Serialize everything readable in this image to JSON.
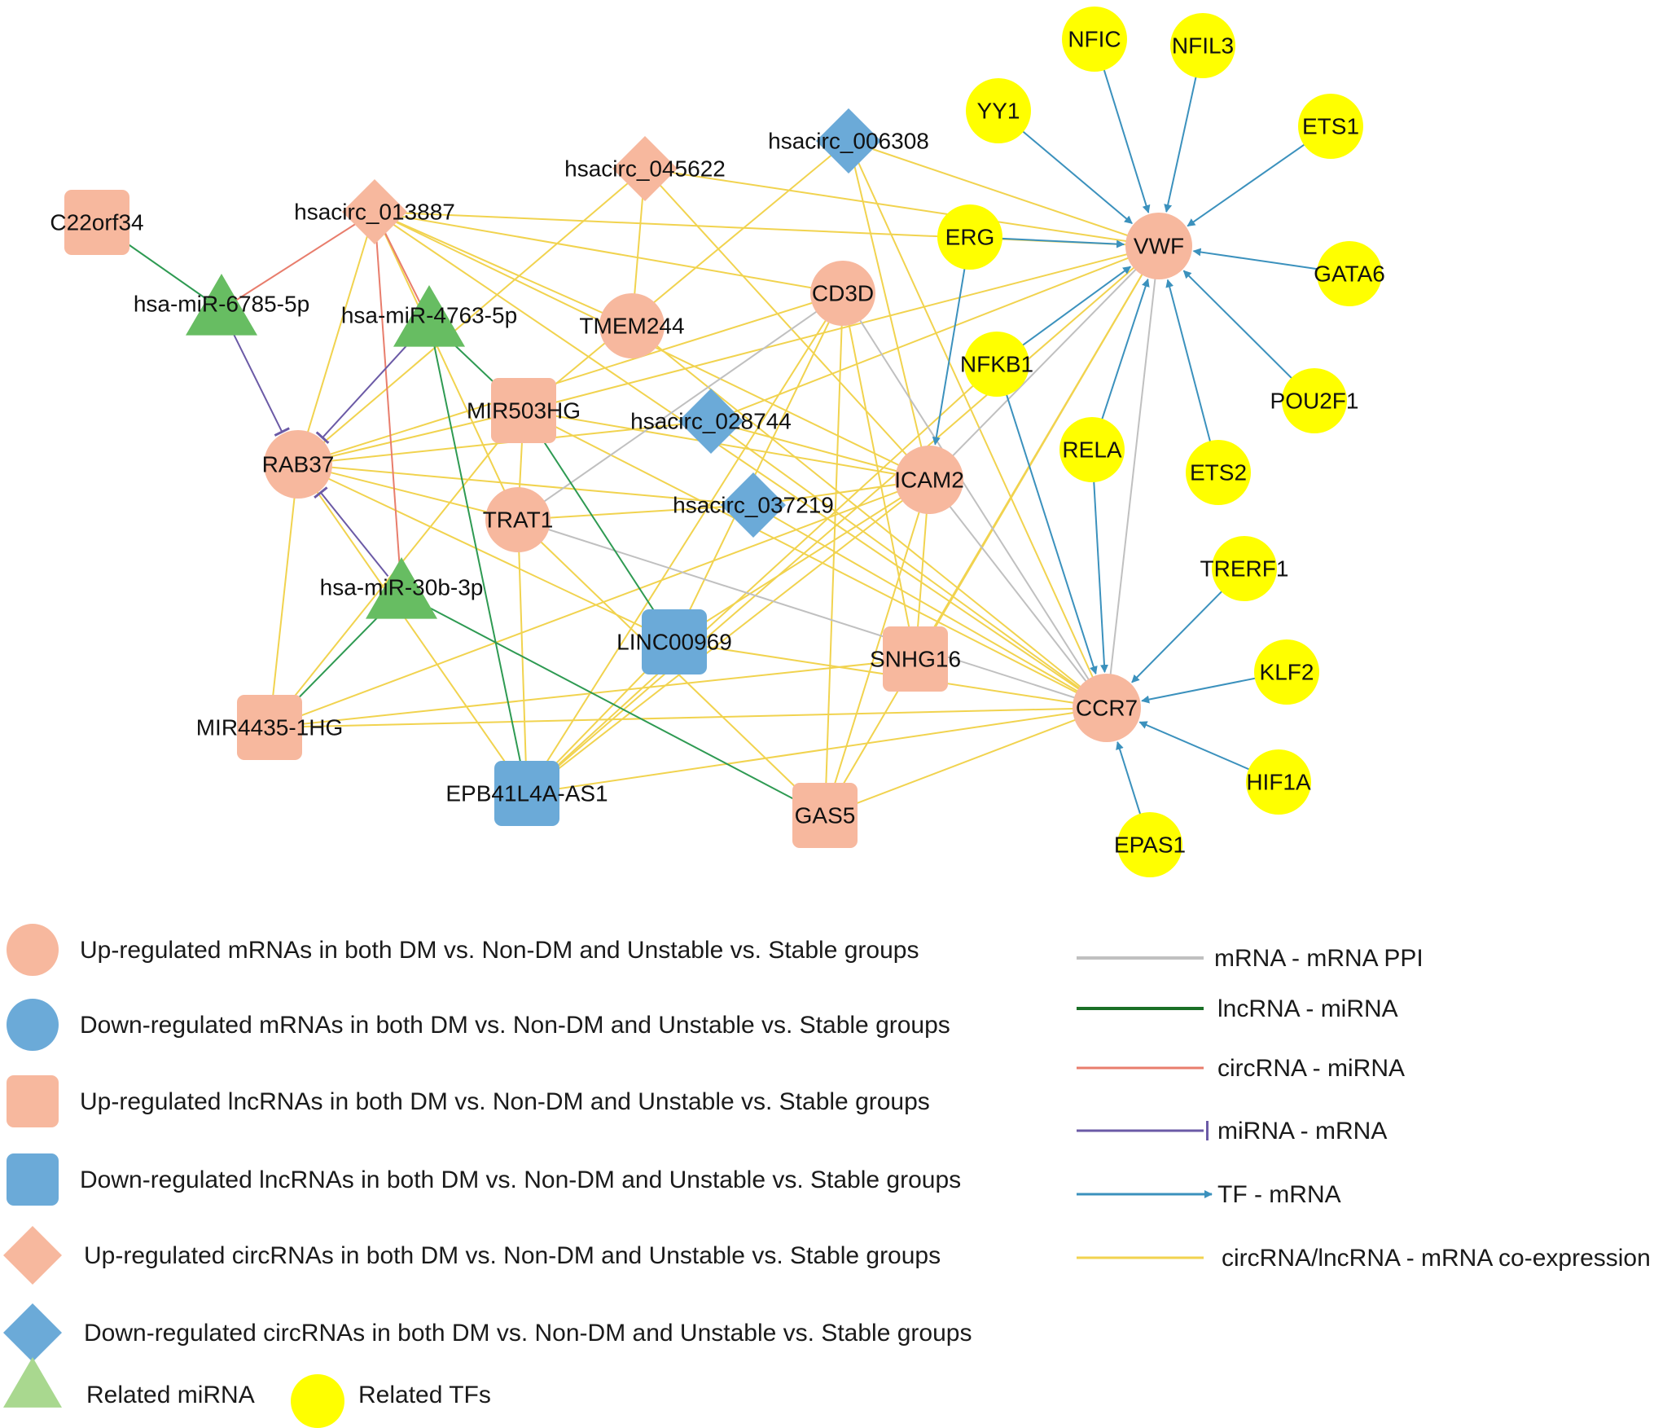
{
  "colors": {
    "up": "#f7b89e",
    "down": "#6baad8",
    "mirna": "#67bd62",
    "mirna_legend": "#a9d88f",
    "tf": "#ffff00",
    "ppi": "#c0c0c0",
    "lnc_mirna": "#2e9a52",
    "lnc_mirna_legend": "#1a6f26",
    "circ_mirna": "#e87d6c",
    "mirna_mrna": "#6b5aa6",
    "tf_mrna": "#3b91bd",
    "coexp": "#f1d34f"
  },
  "nodes": [
    {
      "id": "C22orf34",
      "label": "C22orf34",
      "shape": "square",
      "color": "up"
    },
    {
      "id": "hsacirc_013887",
      "label": "hsacirc_013887",
      "shape": "diamond",
      "color": "up"
    },
    {
      "id": "hsacirc_045622",
      "label": "hsacirc_045622",
      "shape": "diamond",
      "color": "up"
    },
    {
      "id": "hsacirc_006308",
      "label": "hsacirc_006308",
      "shape": "diamond",
      "color": "down"
    },
    {
      "id": "hsa-miR-6785-5p",
      "label": "hsa-miR-6785-5p",
      "shape": "triangle",
      "color": "mirna"
    },
    {
      "id": "hsa-miR-4763-5p",
      "label": "hsa-miR-4763-5p",
      "shape": "triangle",
      "color": "mirna"
    },
    {
      "id": "hsa-miR-30b-3p",
      "label": "hsa-miR-30b-3p",
      "shape": "triangle",
      "color": "mirna"
    },
    {
      "id": "TMEM244",
      "label": "TMEM244",
      "shape": "circle",
      "color": "up"
    },
    {
      "id": "CD3D",
      "label": "CD3D",
      "shape": "circle",
      "color": "up"
    },
    {
      "id": "RAB37",
      "label": "RAB37",
      "shape": "circle",
      "color": "up"
    },
    {
      "id": "MIR503HG",
      "label": "MIR503HG",
      "shape": "square",
      "color": "up"
    },
    {
      "id": "hsacirc_028744",
      "label": "hsacirc_028744",
      "shape": "diamond",
      "color": "down"
    },
    {
      "id": "hsacirc_037219",
      "label": "hsacirc_037219",
      "shape": "diamond",
      "color": "down"
    },
    {
      "id": "TRAT1",
      "label": "TRAT1",
      "shape": "circle",
      "color": "up"
    },
    {
      "id": "ICAM2",
      "label": "ICAM2",
      "shape": "circle",
      "color": "up"
    },
    {
      "id": "LINC00969",
      "label": "LINC00969",
      "shape": "square",
      "color": "down"
    },
    {
      "id": "SNHG16",
      "label": "SNHG16",
      "shape": "square",
      "color": "up"
    },
    {
      "id": "MIR4435-1HG",
      "label": "MIR4435-1HG",
      "shape": "square",
      "color": "up"
    },
    {
      "id": "EPB41L4A-AS1",
      "label": "EPB41L4A-AS1",
      "shape": "square",
      "color": "down"
    },
    {
      "id": "GAS5",
      "label": "GAS5",
      "shape": "square",
      "color": "up"
    },
    {
      "id": "VWF",
      "label": "VWF",
      "shape": "circle",
      "color": "up"
    },
    {
      "id": "CCR7",
      "label": "CCR7",
      "shape": "circle",
      "color": "up"
    },
    {
      "id": "NFIC",
      "label": "NFIC",
      "shape": "circle",
      "color": "tf"
    },
    {
      "id": "NFIL3",
      "label": "NFIL3",
      "shape": "circle",
      "color": "tf"
    },
    {
      "id": "YY1",
      "label": "YY1",
      "shape": "circle",
      "color": "tf"
    },
    {
      "id": "ETS1",
      "label": "ETS1",
      "shape": "circle",
      "color": "tf"
    },
    {
      "id": "ERG",
      "label": "ERG",
      "shape": "circle",
      "color": "tf"
    },
    {
      "id": "GATA6",
      "label": "GATA6",
      "shape": "circle",
      "color": "tf"
    },
    {
      "id": "NFKB1",
      "label": "NFKB1",
      "shape": "circle",
      "color": "tf"
    },
    {
      "id": "POU2F1",
      "label": "POU2F1",
      "shape": "circle",
      "color": "tf"
    },
    {
      "id": "RELA",
      "label": "RELA",
      "shape": "circle",
      "color": "tf"
    },
    {
      "id": "ETS2",
      "label": "ETS2",
      "shape": "circle",
      "color": "tf"
    },
    {
      "id": "TRERF1",
      "label": "TRERF1",
      "shape": "circle",
      "color": "tf"
    },
    {
      "id": "KLF2",
      "label": "KLF2",
      "shape": "circle",
      "color": "tf"
    },
    {
      "id": "HIF1A",
      "label": "HIF1A",
      "shape": "circle",
      "color": "tf"
    },
    {
      "id": "EPAS1",
      "label": "EPAS1",
      "shape": "circle",
      "color": "tf"
    }
  ],
  "edges": [
    {
      "from": "hsacirc_013887",
      "to": "RAB37",
      "type": "coexp"
    },
    {
      "from": "hsacirc_013887",
      "to": "TRAT1",
      "type": "coexp"
    },
    {
      "from": "hsacirc_013887",
      "to": "CD3D",
      "type": "coexp"
    },
    {
      "from": "hsacirc_013887",
      "to": "ICAM2",
      "type": "coexp"
    },
    {
      "from": "hsacirc_013887",
      "to": "VWF",
      "type": "coexp"
    },
    {
      "from": "hsacirc_013887",
      "to": "CCR7",
      "type": "coexp"
    },
    {
      "from": "hsacirc_013887",
      "to": "TMEM244",
      "type": "coexp"
    },
    {
      "from": "hsacirc_045622",
      "to": "TMEM244",
      "type": "coexp"
    },
    {
      "from": "hsacirc_045622",
      "to": "VWF",
      "type": "coexp"
    },
    {
      "from": "hsacirc_045622",
      "to": "ICAM2",
      "type": "coexp"
    },
    {
      "from": "hsacirc_045622",
      "to": "RAB37",
      "type": "coexp"
    },
    {
      "from": "hsacirc_006308",
      "to": "VWF",
      "type": "coexp"
    },
    {
      "from": "hsacirc_006308",
      "to": "CCR7",
      "type": "coexp"
    },
    {
      "from": "hsacirc_006308",
      "to": "MIR503HG",
      "type": "coexp"
    },
    {
      "from": "hsacirc_006308",
      "to": "ICAM2",
      "type": "coexp"
    },
    {
      "from": "MIR503HG",
      "to": "VWF",
      "type": "coexp"
    },
    {
      "from": "MIR503HG",
      "to": "ICAM2",
      "type": "coexp"
    },
    {
      "from": "MIR503HG",
      "to": "CCR7",
      "type": "coexp"
    },
    {
      "from": "MIR503HG",
      "to": "RAB37",
      "type": "coexp"
    },
    {
      "from": "MIR503HG",
      "to": "MIR4435-1HG",
      "type": "coexp"
    },
    {
      "from": "TMEM244",
      "to": "CCR7",
      "type": "coexp"
    },
    {
      "from": "hsacirc_028744",
      "to": "RAB37",
      "type": "coexp"
    },
    {
      "from": "hsacirc_028744",
      "to": "ICAM2",
      "type": "coexp"
    },
    {
      "from": "hsacirc_028744",
      "to": "CCR7",
      "type": "coexp"
    },
    {
      "from": "hsacirc_028744",
      "to": "VWF",
      "type": "coexp"
    },
    {
      "from": "hsacirc_037219",
      "to": "RAB37",
      "type": "coexp"
    },
    {
      "from": "hsacirc_037219",
      "to": "ICAM2",
      "type": "coexp"
    },
    {
      "from": "hsacirc_037219",
      "to": "CCR7",
      "type": "coexp"
    },
    {
      "from": "hsacirc_037219",
      "to": "TRAT1",
      "type": "coexp"
    },
    {
      "from": "LINC00969",
      "to": "CD3D",
      "type": "coexp"
    },
    {
      "from": "LINC00969",
      "to": "ICAM2",
      "type": "coexp"
    },
    {
      "from": "LINC00969",
      "to": "CCR7",
      "type": "coexp"
    },
    {
      "from": "LINC00969",
      "to": "RAB37",
      "type": "coexp"
    },
    {
      "from": "SNHG16",
      "to": "VWF",
      "type": "coexp"
    },
    {
      "from": "SNHG16",
      "to": "ICAM2",
      "type": "coexp"
    },
    {
      "from": "SNHG16",
      "to": "CD3D",
      "type": "coexp"
    },
    {
      "from": "SNHG16",
      "to": "MIR4435-1HG",
      "type": "coexp"
    },
    {
      "from": "MIR4435-1HG",
      "to": "ICAM2",
      "type": "coexp"
    },
    {
      "from": "MIR4435-1HG",
      "to": "CCR7",
      "type": "coexp"
    },
    {
      "from": "MIR4435-1HG",
      "to": "RAB37",
      "type": "coexp"
    },
    {
      "from": "EPB41L4A-AS1",
      "to": "ICAM2",
      "type": "coexp"
    },
    {
      "from": "EPB41L4A-AS1",
      "to": "CD3D",
      "type": "coexp"
    },
    {
      "from": "EPB41L4A-AS1",
      "to": "CCR7",
      "type": "coexp"
    },
    {
      "from": "EPB41L4A-AS1",
      "to": "TRAT1",
      "type": "coexp"
    },
    {
      "from": "EPB41L4A-AS1",
      "to": "VWF",
      "type": "coexp"
    },
    {
      "from": "EPB41L4A-AS1",
      "to": "LINC00969",
      "type": "coexp"
    },
    {
      "from": "EPB41L4A-AS1",
      "to": "RAB37",
      "type": "coexp"
    },
    {
      "from": "GAS5",
      "to": "ICAM2",
      "type": "coexp"
    },
    {
      "from": "GAS5",
      "to": "CCR7",
      "type": "coexp"
    },
    {
      "from": "GAS5",
      "to": "CD3D",
      "type": "coexp"
    },
    {
      "from": "GAS5",
      "to": "TRAT1",
      "type": "coexp"
    },
    {
      "from": "GAS5",
      "to": "VWF",
      "type": "coexp"
    },
    {
      "from": "TRAT1",
      "to": "RAB37",
      "type": "coexp"
    },
    {
      "from": "TRAT1",
      "to": "MIR503HG",
      "type": "coexp"
    },
    {
      "from": "RAB37",
      "to": "CD3D",
      "type": "coexp"
    },
    {
      "from": "NFKB1",
      "to": "EPB41L4A-AS1",
      "type": "coexp"
    },
    {
      "from": "CD3D",
      "to": "TRAT1",
      "type": "ppi"
    },
    {
      "from": "CD3D",
      "to": "CCR7",
      "type": "ppi"
    },
    {
      "from": "TRAT1",
      "to": "CCR7",
      "type": "ppi"
    },
    {
      "from": "ICAM2",
      "to": "VWF",
      "type": "ppi"
    },
    {
      "from": "ICAM2",
      "to": "CCR7",
      "type": "ppi"
    },
    {
      "from": "VWF",
      "to": "CCR7",
      "type": "ppi"
    },
    {
      "from": "C22orf34",
      "to": "hsa-miR-6785-5p",
      "type": "lnc_mirna"
    },
    {
      "from": "MIR503HG",
      "to": "hsa-miR-4763-5p",
      "type": "lnc_mirna"
    },
    {
      "from": "LINC00969",
      "to": "MIR503HG",
      "type": "lnc_mirna"
    },
    {
      "from": "EPB41L4A-AS1",
      "to": "hsa-miR-4763-5p",
      "type": "lnc_mirna"
    },
    {
      "from": "MIR4435-1HG",
      "to": "hsa-miR-30b-3p",
      "type": "lnc_mirna"
    },
    {
      "from": "GAS5",
      "to": "hsa-miR-30b-3p",
      "type": "lnc_mirna"
    },
    {
      "from": "hsacirc_013887",
      "to": "hsa-miR-6785-5p",
      "type": "circ_mirna"
    },
    {
      "from": "hsacirc_013887",
      "to": "hsa-miR-4763-5p",
      "type": "circ_mirna"
    },
    {
      "from": "hsacirc_013887",
      "to": "hsa-miR-30b-3p",
      "type": "circ_mirna"
    },
    {
      "from": "hsa-miR-6785-5p",
      "to": "RAB37",
      "type": "mirna_mrna"
    },
    {
      "from": "hsa-miR-4763-5p",
      "to": "RAB37",
      "type": "mirna_mrna"
    },
    {
      "from": "hsa-miR-30b-3p",
      "to": "RAB37",
      "type": "mirna_mrna"
    },
    {
      "from": "NFIC",
      "to": "VWF",
      "type": "tf_mrna"
    },
    {
      "from": "NFIL3",
      "to": "VWF",
      "type": "tf_mrna"
    },
    {
      "from": "YY1",
      "to": "VWF",
      "type": "tf_mrna"
    },
    {
      "from": "ETS1",
      "to": "VWF",
      "type": "tf_mrna"
    },
    {
      "from": "ERG",
      "to": "VWF",
      "type": "tf_mrna"
    },
    {
      "from": "GATA6",
      "to": "VWF",
      "type": "tf_mrna"
    },
    {
      "from": "NFKB1",
      "to": "VWF",
      "type": "tf_mrna"
    },
    {
      "from": "POU2F1",
      "to": "VWF",
      "type": "tf_mrna"
    },
    {
      "from": "RELA",
      "to": "VWF",
      "type": "tf_mrna"
    },
    {
      "from": "ETS2",
      "to": "VWF",
      "type": "tf_mrna"
    },
    {
      "from": "ERG",
      "to": "ICAM2",
      "type": "tf_mrna"
    },
    {
      "from": "NFKB1",
      "to": "CCR7",
      "type": "tf_mrna"
    },
    {
      "from": "RELA",
      "to": "CCR7",
      "type": "tf_mrna"
    },
    {
      "from": "TRERF1",
      "to": "CCR7",
      "type": "tf_mrna"
    },
    {
      "from": "KLF2",
      "to": "CCR7",
      "type": "tf_mrna"
    },
    {
      "from": "HIF1A",
      "to": "CCR7",
      "type": "tf_mrna"
    },
    {
      "from": "EPAS1",
      "to": "CCR7",
      "type": "tf_mrna"
    }
  ],
  "legend_nodes": [
    {
      "shape": "circle",
      "color": "up",
      "label": "Up-regulated mRNAs in both DM vs. Non-DM and Unstable vs. Stable groups"
    },
    {
      "shape": "circle",
      "color": "down",
      "label": "Down-regulated mRNAs in both DM vs. Non-DM and Unstable vs. Stable groups"
    },
    {
      "shape": "square",
      "color": "up",
      "label": "Up-regulated lncRNAs in both DM vs. Non-DM and Unstable vs. Stable groups"
    },
    {
      "shape": "square",
      "color": "down",
      "label": "Down-regulated lncRNAs in both DM vs. Non-DM and Unstable vs. Stable groups"
    },
    {
      "shape": "diamond",
      "color": "up",
      "label": "Up-regulated circRNAs in both DM vs. Non-DM and Unstable vs. Stable groups"
    },
    {
      "shape": "diamond",
      "color": "down",
      "label": "Down-regulated circRNAs in both DM vs. Non-DM and Unstable vs. Stable groups"
    }
  ],
  "legend_bottom": {
    "mirna_label": "Related miRNA",
    "tf_label": "Related TFs"
  },
  "legend_edges": [
    {
      "type": "ppi",
      "color": "ppi",
      "label": "mRNA - mRNA PPI"
    },
    {
      "type": "lnc_mirna",
      "color": "lnc_mirna_legend",
      "label": "lncRNA - miRNA"
    },
    {
      "type": "circ_mirna",
      "color": "circ_mirna",
      "label": "circRNA - miRNA"
    },
    {
      "type": "mirna_mrna",
      "color": "mirna_mrna",
      "label": "miRNA - mRNA"
    },
    {
      "type": "tf_mrna",
      "color": "tf_mrna",
      "label": "TF - mRNA"
    },
    {
      "type": "coexp",
      "color": "coexp",
      "label": "circRNA/lncRNA - mRNA co-expression"
    }
  ]
}
